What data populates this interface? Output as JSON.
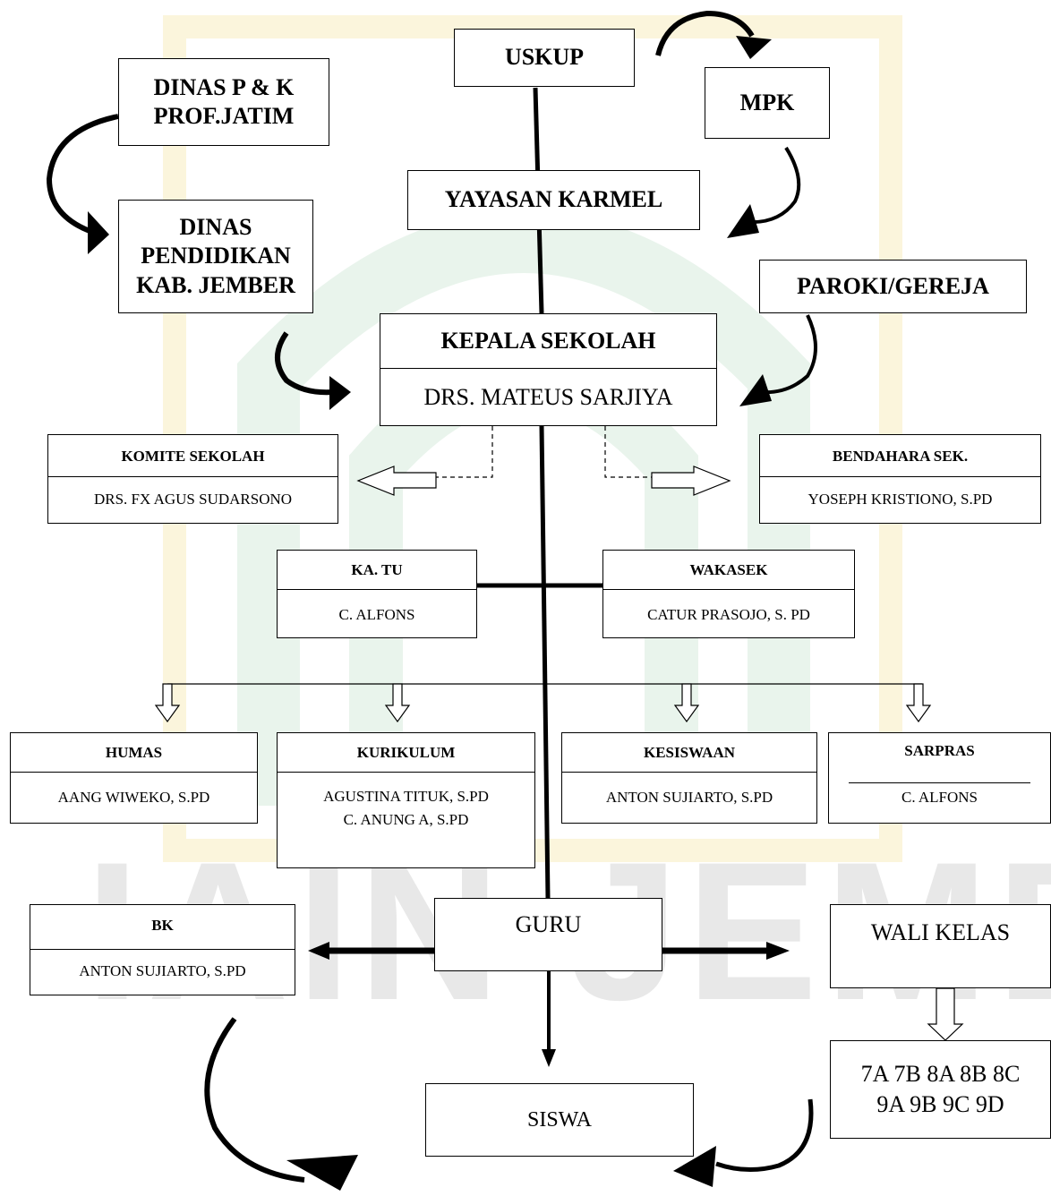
{
  "watermark": {
    "text": "IAIN JEMBER",
    "color": "#e8e8e8",
    "logo_colors": [
      "#fbf5dc",
      "#e9f4ec"
    ]
  },
  "top": {
    "uskup": "USKUP",
    "mpk": "MPK",
    "dinas_prov": [
      "DINAS P & K",
      "PROF.JATIM"
    ],
    "dinas_kab": [
      "DINAS",
      "PENDIDIKAN",
      "KAB. JEMBER"
    ],
    "yayasan": "YAYASAN KARMEL",
    "paroki": "PAROKI/GEREJA"
  },
  "kepala": {
    "title": "KEPALA SEKOLAH",
    "name": "DRS. MATEUS SARJIYA"
  },
  "komite": {
    "title": "KOMITE SEKOLAH",
    "name": "DRS. FX AGUS SUDARSONO"
  },
  "bendahara": {
    "title": "BENDAHARA SEK.",
    "name": "YOSEPH KRISTIONO, S.PD"
  },
  "katu": {
    "title": "KA. TU",
    "name": "C. ALFONS"
  },
  "wakasek": {
    "title": "WAKASEK",
    "name": "CATUR PRASOJO, S. PD"
  },
  "humas": {
    "title": "HUMAS",
    "name": "AANG WIWEKO, S.PD"
  },
  "kurikulum": {
    "title": "KURIKULUM",
    "names": [
      "AGUSTINA TITUK, S.PD",
      "C. ANUNG A, S.PD"
    ]
  },
  "kesiswaan": {
    "title": "KESISWAAN",
    "name": "ANTON SUJIARTO, S.PD"
  },
  "sarpras": {
    "title": "SARPRAS",
    "name": "C. ALFONS"
  },
  "bk": {
    "title": "BK",
    "name": "ANTON SUJIARTO, S.PD"
  },
  "guru": "GURU",
  "wali": "WALI KELAS",
  "kelas": [
    "7A 7B 8A 8B 8C",
    "9A 9B 9C 9D"
  ],
  "siswa": "SISWA"
}
